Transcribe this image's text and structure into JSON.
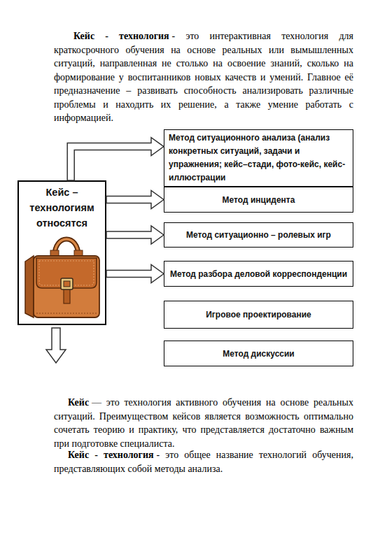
{
  "diagram": {
    "nodes": [
      {
        "text": [
          "Кейс – технологиям относятся"
        ]
      },
      {
        "text": [
          "Метод ситуационного анализа (анализ конкретных ситуаций, задачи и упражнения; кейс–стади, фото-кейс, кейс-иллюстрации"
        ]
      },
      {
        "text": [
          "Метод инцидента"
        ]
      },
      {
        "text": [
          "Метод ситуационно – ролевых игр"
        ]
      },
      {
        "text": [
          "Метод разбора деловой корреспонденции"
        ]
      },
      {
        "text": [
          "Игровое проектирование"
        ]
      },
      {
        "text": [
          "Метод дискуссии"
        ]
      }
    ],
    "edges": [
      {
        "from": 0,
        "to": 1,
        "arrow": "to"
      },
      {
        "from": 0,
        "to": 2,
        "arrow": "to"
      },
      {
        "from": 0,
        "to": 3,
        "arrow": "to"
      },
      {
        "from": 0,
        "to": 4,
        "arrow": "to"
      }
    ],
    "labels": [
      "Кейс - технология",
      "- это интерактивная технология для краткосрочного обучения на основе реальных или вымышленных ситуаций, направленная не столько на освоение знаний, сколько на формирование у воспитанников новых качеств и умений. Главное её предназначение – развивать способность анализировать различные проблемы и находить их решение, а также умение работать с информацией.",
      "Кейс",
      "— это технология активного обучения на основе реальных ситуаций. Преимуществом кейсов является возможность оптимально сочетать теорию и практику, что представляется достаточно важным при подготовке специалиста.",
      "Кейс - технология",
      "- это общее название технологий обучения, представляющих собой методы анализа."
    ]
  }
}
